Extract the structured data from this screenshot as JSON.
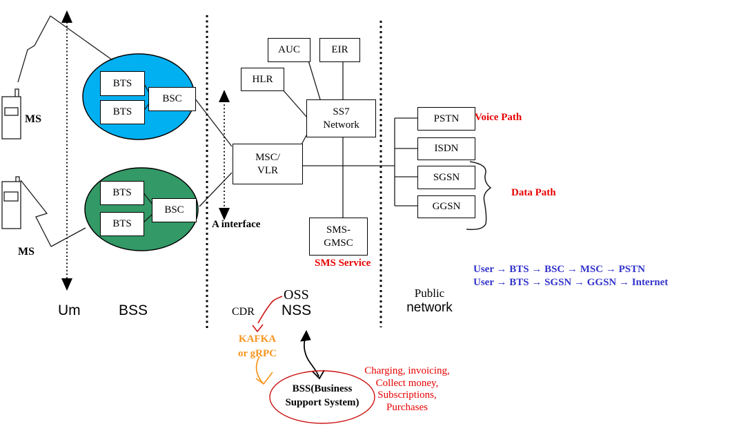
{
  "colors": {
    "cell_blue": "#00b0f0",
    "cell_green": "#339966",
    "annotation_red": "#e60000",
    "hand_drawn_red": "#cc1111",
    "route_blue": "#3333cc",
    "pipeline_orange": "#f7941d"
  },
  "nodes": {
    "ms": "MS",
    "bts": "BTS",
    "bsc": "BSC",
    "auc": "AUC",
    "eir": "EIR",
    "hlr": "HLR",
    "ss7_line1": "SS7",
    "ss7_line2": "Network",
    "msc_line1": "MSC/",
    "msc_line2": "VLR",
    "sms_gmsc_line1": "SMS-",
    "sms_gmsc_line2": "GMSC",
    "pstn": "PSTN",
    "isdn": "ISDN",
    "sgsn": "SGSN",
    "ggsn": "GGSN",
    "bss_system_line1": "BSS(Business",
    "bss_system_line2": "Support System)"
  },
  "labels": {
    "um": "Um",
    "bss": "BSS",
    "a_interface": "A interface",
    "oss": "OSS",
    "nss": "NSS",
    "cdr": "CDR",
    "public_line1": "Public",
    "public_line2": "network"
  },
  "annotations": {
    "voice_path": "Voice Path",
    "data_path": "Data Path",
    "sms_service": "SMS Service",
    "kafka_line1": "KAFKA",
    "kafka_line2": "or gRPC",
    "billing": [
      "Charging, invoicing,",
      "Collect money,",
      "Subscriptions,",
      "Purchases"
    ],
    "route1": "User → BTS → BSC → MSC → PSTN",
    "route2": "User → BTS → SGSN → GGSN → Internet"
  }
}
